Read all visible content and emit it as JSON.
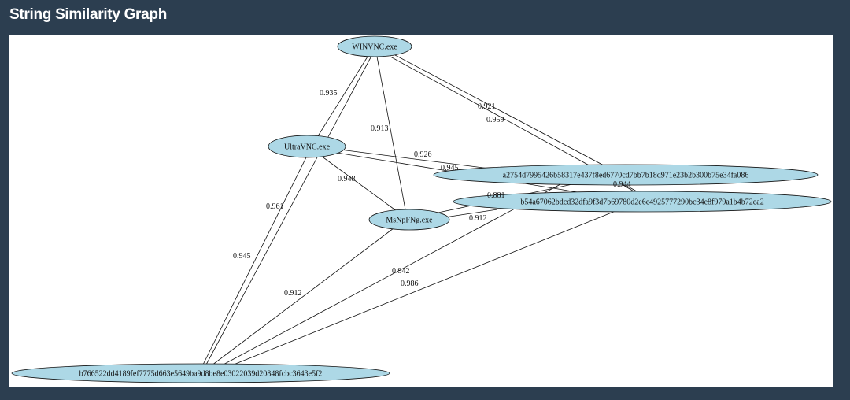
{
  "panel": {
    "title": "String Similarity Graph"
  },
  "graph": {
    "node_color": "#add8e6",
    "edge_color": "#111111",
    "nodes": {
      "winvnc": "WINVNC.exe",
      "ultravnc": "UltraVNC.exe",
      "msnpfng": "MsNpFNg.exe",
      "hash_a": "a2754d7995426b58317e437f8ed6770cd7bb7b18d971e23b2b300b75e34fa086",
      "hash_b": "b54a67062bdcd32dfa9f3d7b69780d2e6e4925777290bc34e8f979a1b4b72ea2",
      "hash_c": "b766522dd4189fef7775d663e5649ba9d8be8e03022039d20848fcbc3643e5f2"
    },
    "edges": {
      "winvnc_ultravnc": "0.935",
      "winvnc_msnpfng": "0.913",
      "winvnc_hash_a": "0.921",
      "winvnc_hash_b": "0.959",
      "winvnc_hash_c": "0.961",
      "ultravnc_hash_a": "0.926",
      "ultravnc_hash_b": "0.945",
      "ultravnc_msnpfng": "0.948",
      "ultravnc_hash_c": "0.945",
      "hash_a_hash_b": "0.944",
      "msnpfng_hash_a": "0.881",
      "msnpfng_hash_b": "0.912",
      "msnpfng_hash_c": "0.912",
      "hash_a_hash_c": "0.942",
      "hash_b_hash_c": "0.986"
    }
  }
}
